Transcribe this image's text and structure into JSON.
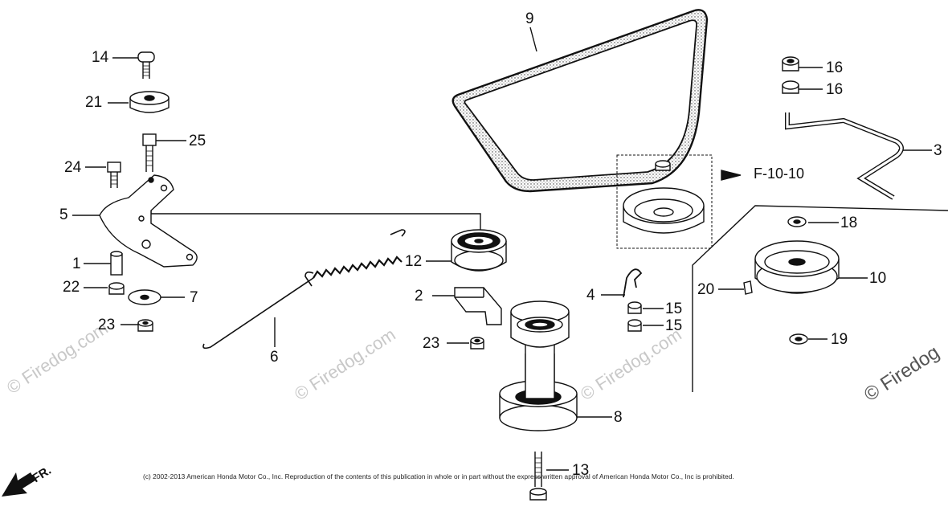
{
  "diagram": {
    "reference": "F-10-10",
    "front_mark": "FR.",
    "copyright": "(c) 2002-2013 American Honda Motor Co., Inc. Reproduction of the contents of this publication in whole or in part without the express written approval of American Honda Motor Co., Inc is prohibited.",
    "watermark": "© Firedog.com",
    "watermark_right": "© Firedog",
    "callouts": {
      "c14": "14",
      "c21": "21",
      "c25": "25",
      "c24": "24",
      "c5": "5",
      "c1": "1",
      "c22": "22",
      "c7": "7",
      "c23a": "23",
      "c6": "6",
      "c9": "9",
      "c12": "12",
      "c2": "2",
      "c23b": "23",
      "c8": "8",
      "c13": "13",
      "c4": "4",
      "c15a": "15",
      "c15b": "15",
      "c16a": "16",
      "c16b": "16",
      "c3": "3",
      "c18": "18",
      "c10": "10",
      "c20": "20",
      "c19": "19"
    }
  }
}
